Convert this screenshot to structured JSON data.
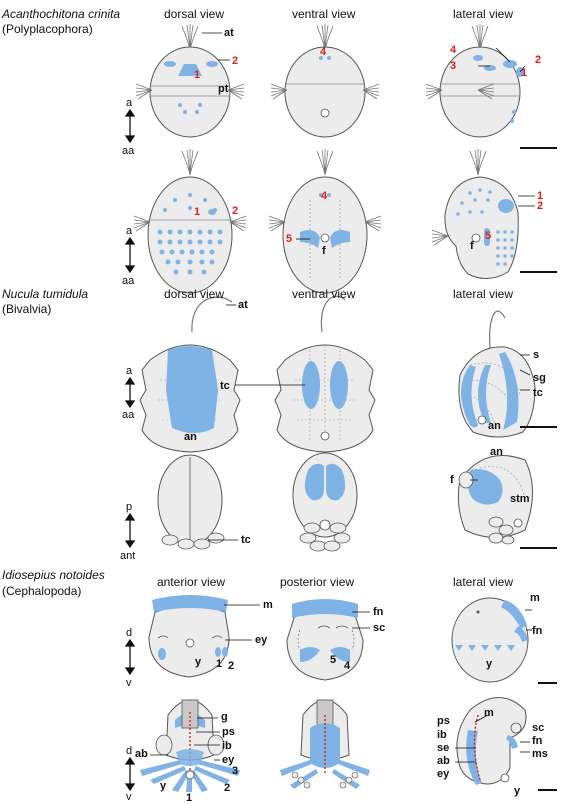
{
  "species": [
    {
      "name": "Acanthochitona crinita",
      "group": "(Polyplacophora)"
    },
    {
      "name": "Nucula tumidula",
      "group": "(Bivalvia)"
    },
    {
      "name": "Idiosepius notoides",
      "group": "(Cephalopoda)"
    }
  ],
  "headers": {
    "chiton": [
      "dorsal view",
      "ventral view",
      "lateral view"
    ],
    "bivalve": [
      "dorsal view",
      "ventral view",
      "lateral view"
    ],
    "cephalopod": [
      "anterior view",
      "posterior view",
      "lateral view"
    ]
  },
  "axes": {
    "a_aa": [
      "a",
      "aa"
    ],
    "p_ant": [
      "p",
      "ant"
    ],
    "d_v": [
      "d",
      "v"
    ]
  },
  "labels": {
    "at": "at",
    "pt": "pt",
    "f": "f",
    "tc": "tc",
    "an": "an",
    "s": "s",
    "sg": "sg",
    "stm": "stm",
    "m": "m",
    "ey": "ey",
    "fn": "fn",
    "sc": "sc",
    "y": "y",
    "g": "g",
    "ps": "ps",
    "ib": "ib",
    "ab": "ab",
    "se": "se",
    "ms": "ms"
  },
  "numbers": {
    "n1": "1",
    "n2": "2",
    "n3": "3",
    "n4": "4",
    "n5": "5"
  },
  "colors": {
    "organ": "#7fb2e5",
    "body": "#ececec",
    "outline": "#555555",
    "red_label": "#e0201a",
    "dotted_red": "#d0201a"
  }
}
